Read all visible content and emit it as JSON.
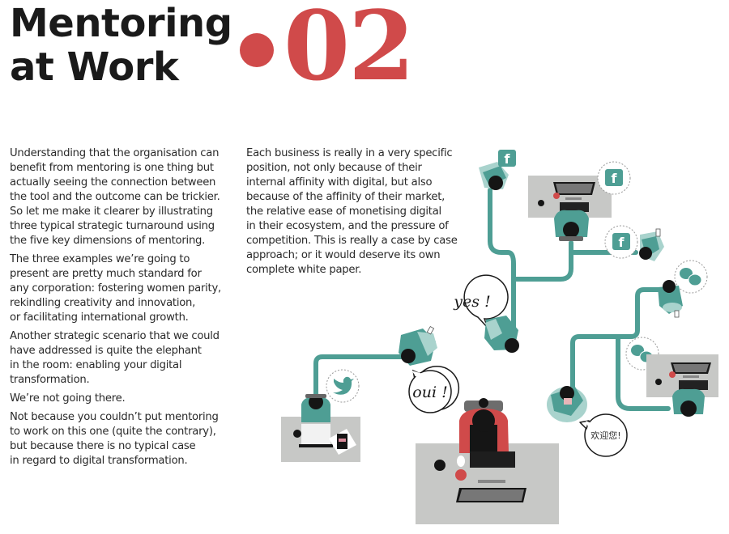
{
  "header": {
    "title_line1": "Mentoring",
    "title_line2": "at Work",
    "chapter_number": "02",
    "accent_color": "#d04a4a"
  },
  "column_left": {
    "paragraphs": [
      "Understanding that the organisation can\nbenefit from mentoring is one thing but\nactually seeing the connection between\nthe tool and the outcome can be trickier.\nSo let me make it clearer by illustrating\nthree typical strategic turnaround using\nthe five key dimensions of mentoring.",
      "The three examples we’re going to\npresent are pretty much standard for\nany corporation: fostering women parity,\nrekindling creativity and innovation,\nor facilitating international growth.",
      "Another strategic scenario that we could\nhave addressed is quite the elephant\nin the room: enabling your digital\ntransformation.",
      "We’re not going there.",
      "Not because you couldn’t put mentoring\nto work on this one (quite the contrary),\nbut because there is no typical case\nin regard to digital transformation."
    ]
  },
  "column_mid": {
    "paragraphs": [
      "Each business is really in a very specific\nposition, not only because of their\ninternal affinity with digital, but also\nbecause of the affinity of their market,\nthe relative ease of monetising digital\nin their ecosystem, and the pressure of\ncompetition. This is really a case by case\napproach; or it would deserve its own\ncomplete white paper."
    ]
  },
  "illustration": {
    "colors": {
      "teal": "#4e9e94",
      "teal_light": "#a9d3cd",
      "desk": "#c7c8c6",
      "red": "#d04a4a",
      "dark": "#151515"
    },
    "speech_bubbles": {
      "yes": "yes !",
      "oui": "oui !",
      "chinese": "欢迎您!"
    },
    "icons": [
      "facebook-icon",
      "facebook-icon",
      "facebook-icon",
      "twitter-icon",
      "wechat-icon",
      "wechat-icon"
    ],
    "icon_glyphs": {
      "facebook": "f"
    }
  }
}
